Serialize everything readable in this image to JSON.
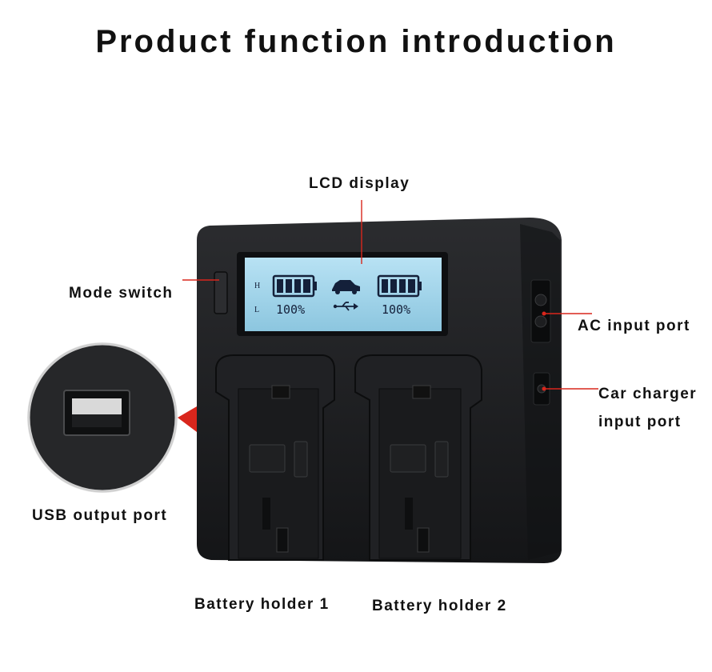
{
  "page": {
    "title": "Product function introduction"
  },
  "callouts": {
    "lcd_display": "LCD display",
    "mode_switch": "Mode switch",
    "ac_input_port": "AC input port",
    "car_charger_line1": "Car charger",
    "car_charger_line2": "input port",
    "usb_output_port": "USB output port",
    "battery_holder_1": "Battery holder 1",
    "battery_holder_2": "Battery holder 2"
  },
  "lcd": {
    "row_h_label": "H",
    "row_l_label": "L",
    "left_percent": "100%",
    "right_percent": "100%"
  },
  "colors": {
    "callout_line": "#d9261c",
    "lcd_backlight": "#9fd3ea",
    "charger_body": "#1b1c1e"
  }
}
